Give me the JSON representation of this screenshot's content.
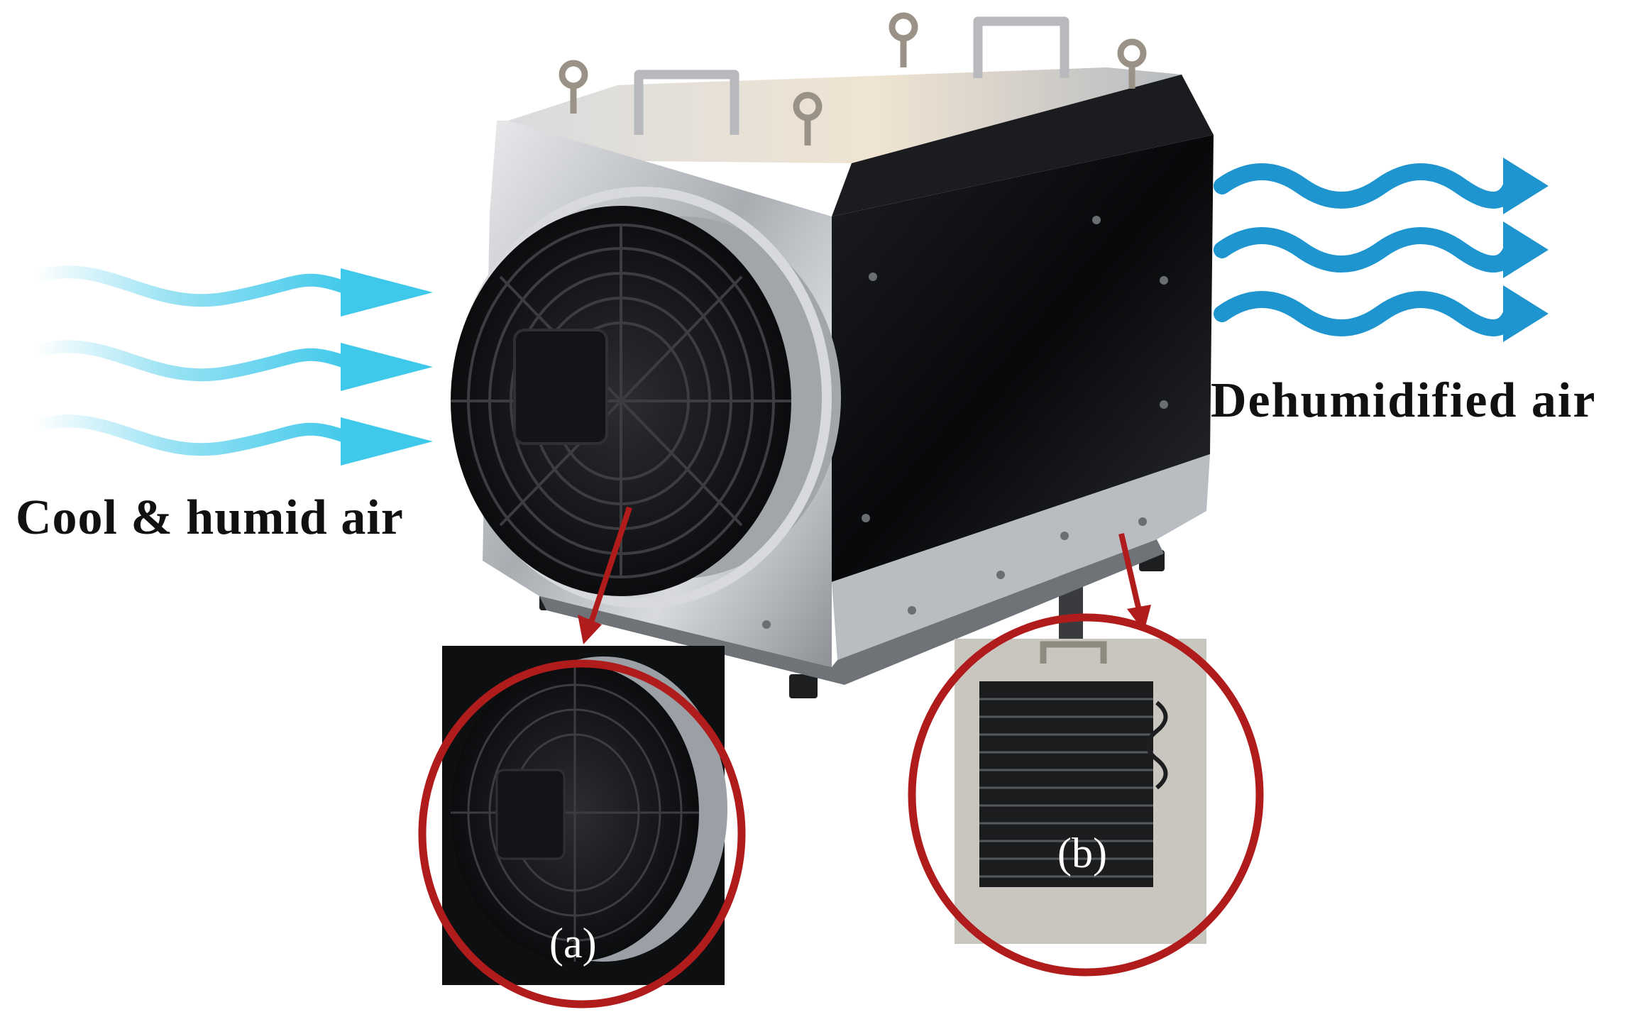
{
  "labels": {
    "inflow": "Cool & humid air",
    "outflow": "Dehumidified air",
    "detail_a": "(a)",
    "detail_b": "(b)"
  },
  "colors": {
    "inflow_arrow": "#3ec8ea",
    "outflow_arrow": "#1f95d0",
    "callout": "#b01c1c",
    "steel": "#c9ccd0",
    "panel_dark": "#0c0d10"
  },
  "icons": {
    "inflow": "wavy-arrow-right-icon",
    "outflow": "wavy-arrow-right-icon",
    "fan": "axial-fan-icon",
    "coil": "heat-exchanger-coil-icon"
  }
}
